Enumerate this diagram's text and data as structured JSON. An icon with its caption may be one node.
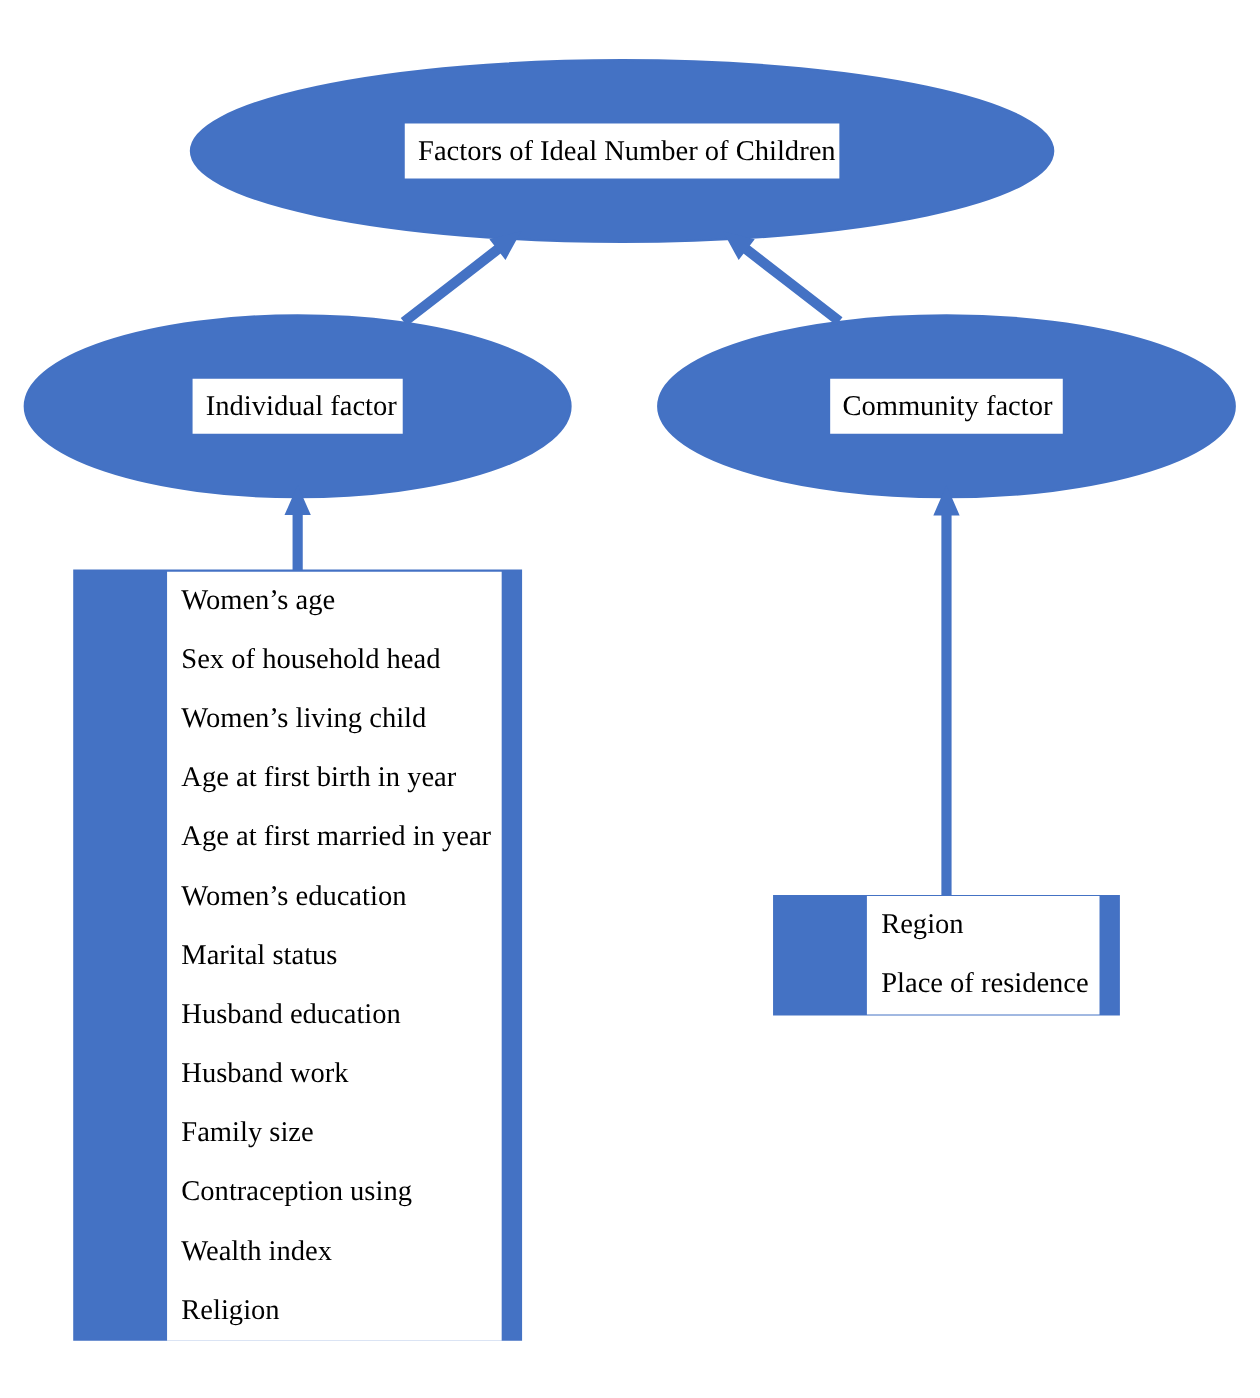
{
  "diagram": {
    "nodes": [
      {
        "text": [
          "Factors of Ideal Number of Children"
        ]
      },
      {
        "text": [
          "Individual factor"
        ]
      },
      {
        "text": [
          "Community factor"
        ]
      },
      {
        "text": [
          "Women’s age",
          "Sex of household head",
          "Women’s living child",
          "Age at first birth in year",
          "Age at first married in year",
          "Women’s education",
          "Marital status",
          "Husband education",
          "Husband work",
          "Family size",
          "Contraception using",
          "Wealth index",
          "Religion"
        ]
      },
      {
        "text": [
          "Region",
          "Place of residence"
        ]
      }
    ],
    "edges": [
      {
        "from": 1,
        "to": 0,
        "arrow": "to"
      },
      {
        "from": 2,
        "to": 0,
        "arrow": "to"
      },
      {
        "from": 3,
        "to": 1,
        "arrow": "to"
      },
      {
        "from": 4,
        "to": 2,
        "arrow": "to"
      }
    ]
  }
}
